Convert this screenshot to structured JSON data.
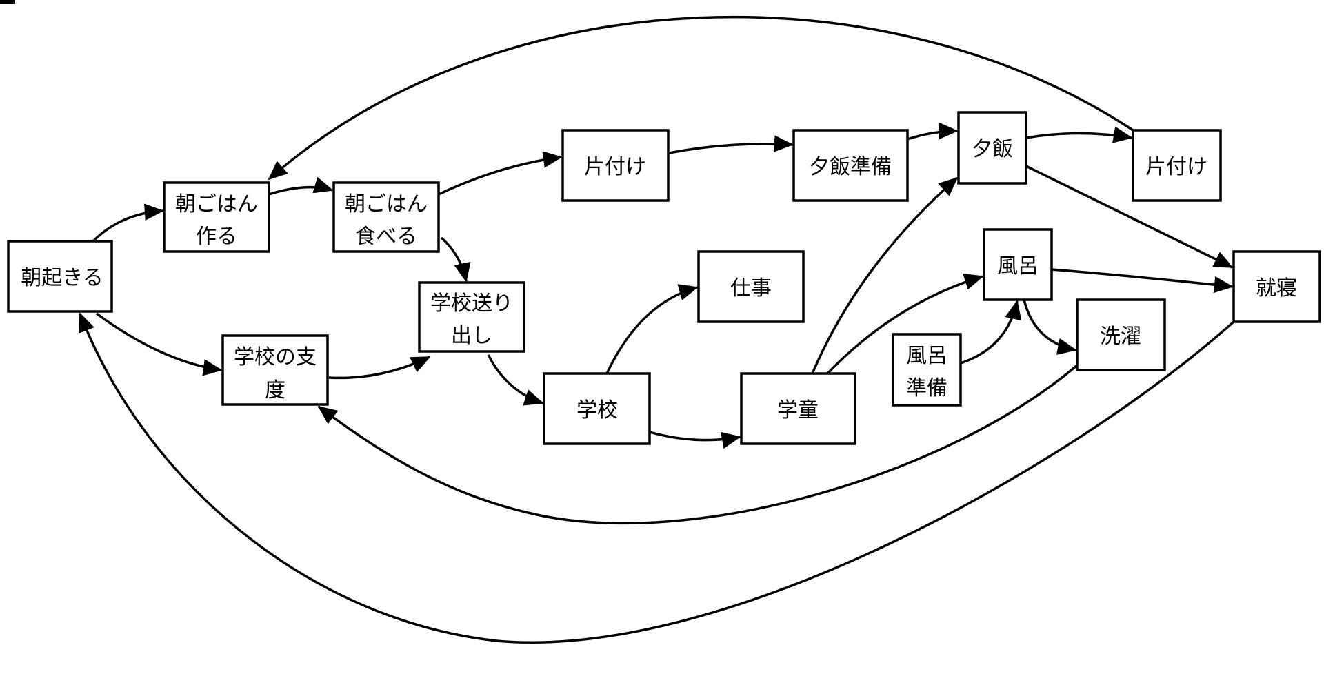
{
  "colors": {
    "stroke": "#000000",
    "fill": "#ffffff",
    "background": "#ffffff"
  },
  "nodes": [
    {
      "id": "wake",
      "lines": [
        "朝起きる"
      ]
    },
    {
      "id": "make_bf",
      "lines": [
        "朝ごはん",
        "作る"
      ]
    },
    {
      "id": "eat_bf",
      "lines": [
        "朝ごはん",
        "食べる"
      ]
    },
    {
      "id": "school_prep",
      "lines": [
        "学校の支",
        "度"
      ]
    },
    {
      "id": "send_off",
      "lines": [
        "学校送り",
        "出し"
      ]
    },
    {
      "id": "cleanup1",
      "lines": [
        "片付け"
      ]
    },
    {
      "id": "school",
      "lines": [
        "学校"
      ]
    },
    {
      "id": "work",
      "lines": [
        "仕事"
      ]
    },
    {
      "id": "dinner_prep",
      "lines": [
        "夕飯準備"
      ]
    },
    {
      "id": "gakudo",
      "lines": [
        "学童"
      ]
    },
    {
      "id": "dinner",
      "lines": [
        "夕飯"
      ]
    },
    {
      "id": "cleanup2",
      "lines": [
        "片付け"
      ]
    },
    {
      "id": "bath",
      "lines": [
        "風呂"
      ]
    },
    {
      "id": "bath_prep",
      "lines": [
        "風呂",
        "準備"
      ]
    },
    {
      "id": "laundry",
      "lines": [
        "洗濯"
      ]
    },
    {
      "id": "sleep",
      "lines": [
        "就寝"
      ]
    }
  ],
  "edges": [
    {
      "from": "wake",
      "to": "make_bf"
    },
    {
      "from": "wake",
      "to": "school_prep"
    },
    {
      "from": "make_bf",
      "to": "eat_bf"
    },
    {
      "from": "eat_bf",
      "to": "cleanup1"
    },
    {
      "from": "eat_bf",
      "to": "send_off"
    },
    {
      "from": "school_prep",
      "to": "send_off"
    },
    {
      "from": "send_off",
      "to": "school"
    },
    {
      "from": "school",
      "to": "work"
    },
    {
      "from": "school",
      "to": "gakudo"
    },
    {
      "from": "cleanup1",
      "to": "dinner_prep"
    },
    {
      "from": "dinner_prep",
      "to": "dinner"
    },
    {
      "from": "gakudo",
      "to": "dinner"
    },
    {
      "from": "gakudo",
      "to": "bath"
    },
    {
      "from": "dinner",
      "to": "cleanup2"
    },
    {
      "from": "dinner",
      "to": "sleep"
    },
    {
      "from": "cleanup2",
      "to": "make_bf"
    },
    {
      "from": "bath",
      "to": "sleep"
    },
    {
      "from": "bath",
      "to": "laundry"
    },
    {
      "from": "bath_prep",
      "to": "bath"
    },
    {
      "from": "laundry",
      "to": "school_prep"
    },
    {
      "from": "sleep",
      "to": "wake"
    }
  ]
}
